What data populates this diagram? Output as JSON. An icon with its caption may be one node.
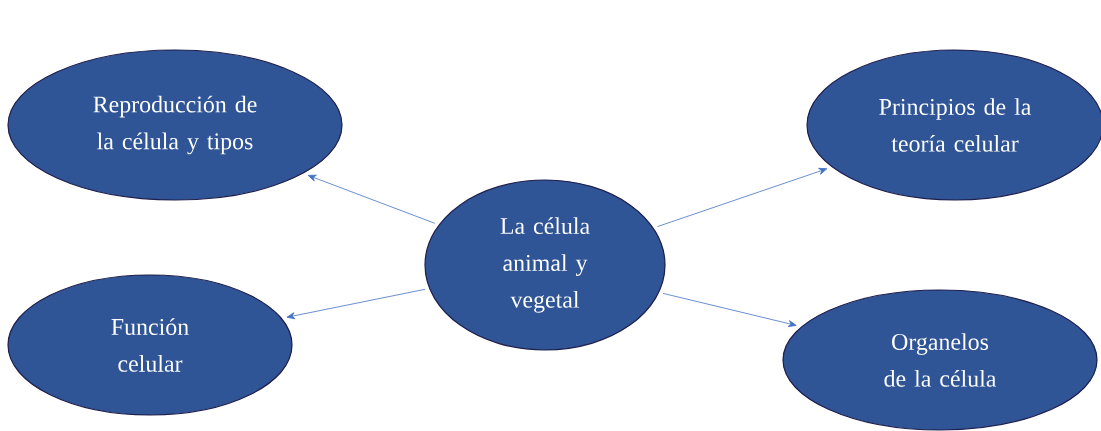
{
  "diagram": {
    "nodes": [
      {
        "text": [
          "Reproducción de la célula y tipos"
        ]
      },
      {
        "text": [
          "Principios de la teoría celular"
        ]
      },
      {
        "text": [
          "La célula animal y vegetal"
        ]
      },
      {
        "text": [
          "Función celular"
        ]
      },
      {
        "text": [
          "Organelos de la célula"
        ]
      }
    ],
    "edges": [
      {
        "from": 2,
        "to": 0,
        "arrow": "to"
      },
      {
        "from": 2,
        "to": 1,
        "arrow": "to"
      },
      {
        "from": 2,
        "to": 3,
        "arrow": "to"
      },
      {
        "from": 2,
        "to": 4,
        "arrow": "to"
      }
    ]
  }
}
